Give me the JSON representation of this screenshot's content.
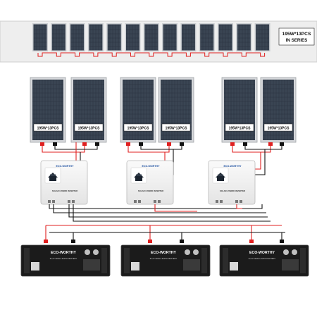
{
  "top_array": {
    "label_line1": "195W*13PCS",
    "label_line2": "IN SERIES",
    "panel_count": 13
  },
  "panel_groups": [
    {
      "panels": [
        {
          "label": "195W*13PCS"
        },
        {
          "label": "195W*13PCS"
        }
      ]
    },
    {
      "panels": [
        {
          "label": "195W*13PCS"
        },
        {
          "label": "195W*13PCS"
        }
      ]
    },
    {
      "panels": [
        {
          "label": "195W*13PCS"
        },
        {
          "label": "195W*13PCS"
        }
      ]
    }
  ],
  "inverters": [
    {
      "brand": "ECO-WORTHY",
      "model": "SOLAR HYBRID INVERTER",
      "icon": "house-solar-icon"
    },
    {
      "brand": "ECO-WORTHY",
      "model": "SOLAR HYBRID INVERTER",
      "icon": "house-solar-icon"
    },
    {
      "brand": "ECO-WORTHY",
      "model": "SOLAR HYBRID INVERTER",
      "icon": "house-solar-icon"
    }
  ],
  "batteries": [
    {
      "brand": "ECO-WORTHY",
      "spec": "51.2V 100Ah LiFePO4 BATTERY"
    },
    {
      "brand": "ECO-WORTHY",
      "spec": "51.2V 100Ah LiFePO4 BATTERY"
    },
    {
      "brand": "ECO-WORTHY",
      "spec": "51.2V 100Ah LiFePO4 BATTERY"
    }
  ],
  "colors": {
    "positive_wire": "#e02020",
    "negative_wire": "#111111",
    "panel_cell": "#2b3440",
    "panel_frame": "#c9ccd0",
    "battery_body": "#1b1b1b",
    "inverter_body": "#f3f3f3"
  }
}
